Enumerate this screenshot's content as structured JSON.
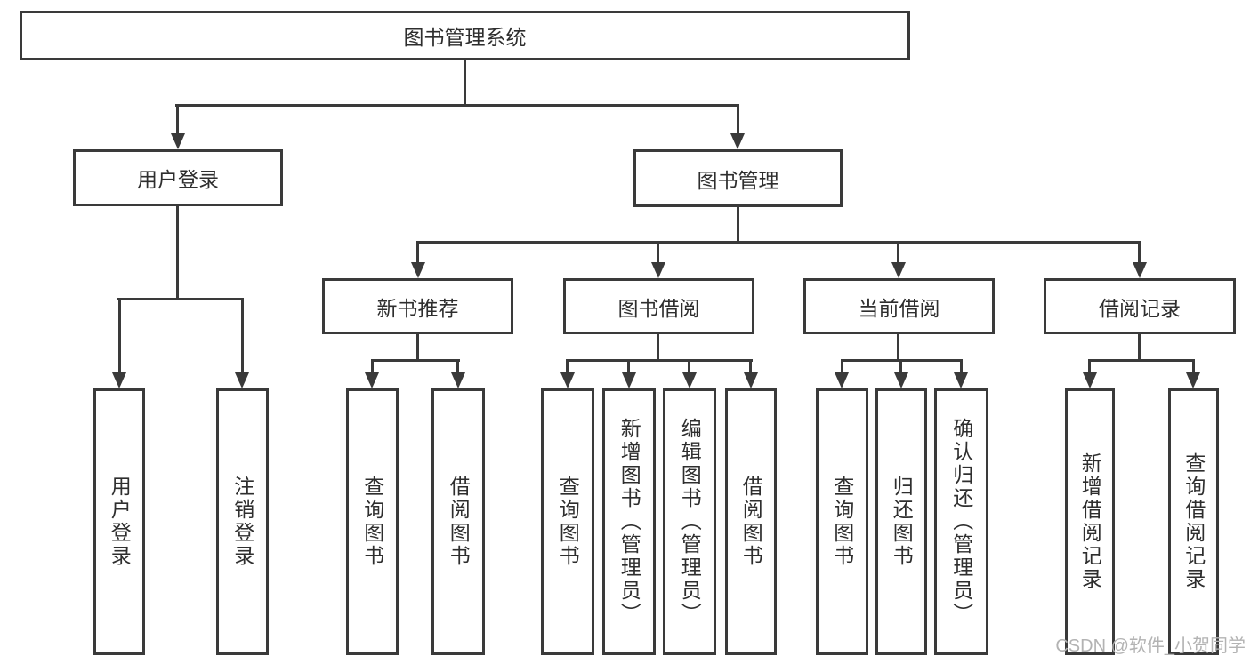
{
  "diagram": {
    "title": "图书管理系统",
    "type": "functional-structure-tree",
    "tree": {
      "图书管理系统": {
        "用户登录": [
          "用户登录",
          "注销登录"
        ],
        "图书管理": {
          "新书推荐": [
            "查询图书",
            "借阅图书"
          ],
          "图书借阅": [
            "查询图书",
            "新增图书（管理员）",
            "编辑图书（管理员）",
            "借阅图书"
          ],
          "当前借阅": [
            "查询图书",
            "归还图书",
            "确认归还（管理员）"
          ],
          "借阅记录": [
            "新增借阅记录",
            "查询借阅记录"
          ]
        }
      }
    }
  },
  "nodes": {
    "root": {
      "label": "图书管理系统"
    },
    "l2": [
      {
        "label": "用户登录"
      },
      {
        "label": "图书管理"
      }
    ],
    "l3": [
      {
        "label": "新书推荐"
      },
      {
        "label": "图书借阅"
      },
      {
        "label": "当前借阅"
      },
      {
        "label": "借阅记录"
      }
    ],
    "leaves": [
      {
        "label": "用户登录",
        "parent": "用户登录"
      },
      {
        "label": "注销登录",
        "parent": "用户登录"
      },
      {
        "label": "查询图书",
        "parent": "新书推荐"
      },
      {
        "label": "借阅图书",
        "parent": "新书推荐"
      },
      {
        "label": "查询图书",
        "parent": "图书借阅"
      },
      {
        "label": "新增图书（管理员）",
        "parent": "图书借阅"
      },
      {
        "label": "编辑图书（管理员）",
        "parent": "图书借阅"
      },
      {
        "label": "借阅图书",
        "parent": "图书借阅"
      },
      {
        "label": "查询图书",
        "parent": "当前借阅"
      },
      {
        "label": "归还图书",
        "parent": "当前借阅"
      },
      {
        "label": "确认归还（管理员）",
        "parent": "当前借阅"
      },
      {
        "label": "新增借阅记录",
        "parent": "借阅记录"
      },
      {
        "label": "查询借阅记录",
        "parent": "借阅记录"
      }
    ]
  },
  "watermark": {
    "text": "CSDN @软件_小贺同学"
  },
  "colors": {
    "line": "#3a3a3a",
    "text": "#2e2e2e",
    "watermark": "#b3b3b3",
    "background": "#ffffff"
  }
}
